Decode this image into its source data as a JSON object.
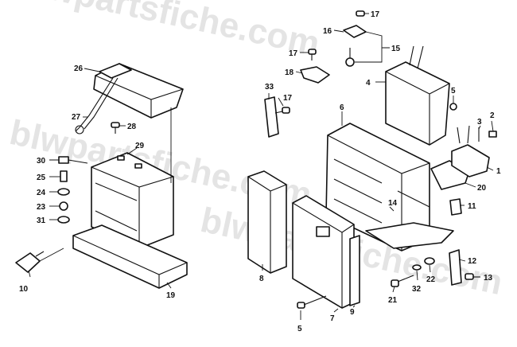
{
  "watermark": "blwpartsfiche.com",
  "callouts": [
    "1",
    "2",
    "3",
    "4",
    "5",
    "5",
    "6",
    "7",
    "8",
    "9",
    "10",
    "11",
    "12",
    "13",
    "14",
    "15",
    "16",
    "17",
    "17",
    "17",
    "18",
    "19",
    "20",
    "21",
    "22",
    "23",
    "24",
    "25",
    "26",
    "27",
    "28",
    "29",
    "30",
    "31",
    "32",
    "33"
  ]
}
